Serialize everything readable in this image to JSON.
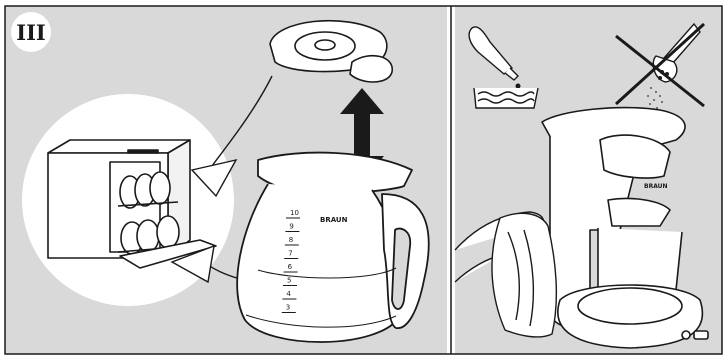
{
  "panel_label": "III",
  "carafe": {
    "brand": "BRAUN",
    "scale": [
      "10",
      "9",
      "8",
      "7",
      "6",
      "5",
      "4",
      "3"
    ]
  },
  "machine": {
    "brand": "BRAUN"
  },
  "colors": {
    "background": "#d9d9d9",
    "line": "#1a1a1a",
    "white": "#ffffff"
  }
}
